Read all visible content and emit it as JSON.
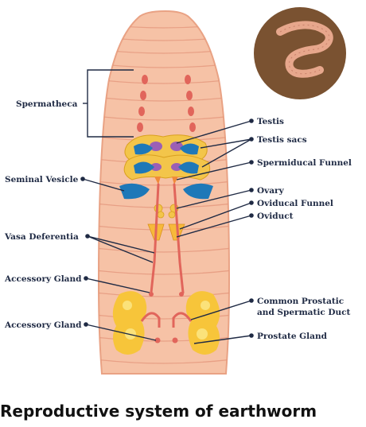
{
  "caption": "Reproductive system of earthworm",
  "labels": {
    "spermatheca": "Spermatheca",
    "testis": "Testis",
    "testis_sacs": "Testis sacs",
    "spermiducal_funnel": "Spermiducal Funnel",
    "seminal_vesicle": "Seminal Vesicle",
    "ovary": "Ovary",
    "oviducal_funnel": "Oviducal Funnel",
    "oviduct": "Oviduct",
    "vasa_deferentia": "Vasa Deferentia",
    "accessory_gland_1": "Accessory Gland",
    "accessory_gland_2": "Accessory Gland",
    "common_duct_line1": "Common Prostatic",
    "common_duct_line2": "and Spermatic Duct",
    "prostate_gland": "Prostate Gland"
  },
  "colors": {
    "body": "#f6c2a6",
    "body_edge": "#e9a284",
    "ring": "#e3947a",
    "testis_sac": "#f3c54a",
    "seminal_vesicle": "#1e78b8",
    "testis": "#9b5fb5",
    "duct": "#e1655b",
    "prostate": "#f7c53a",
    "inset_bg": "#7a5231",
    "worm": "#e7a78c",
    "text": "#1f2a44"
  }
}
